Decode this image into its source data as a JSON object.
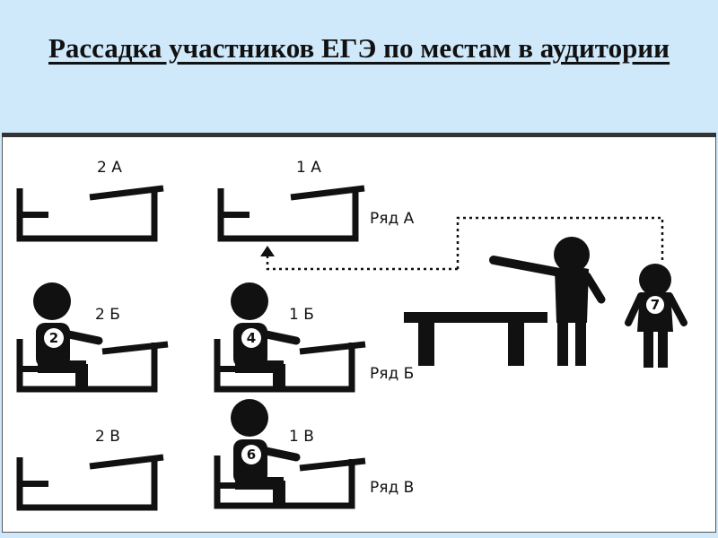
{
  "title": "Рассадка участников ЕГЭ по местам в аудитории",
  "seats": [
    {
      "label": "2 А",
      "number": ""
    },
    {
      "label": "1 А",
      "number": ""
    },
    {
      "label": "2 Б",
      "number": "2"
    },
    {
      "label": "1 Б",
      "number": "4"
    },
    {
      "label": "2 В",
      "number": ""
    },
    {
      "label": "1 В",
      "number": "6"
    }
  ],
  "rows": [
    "Ряд А",
    "Ряд Б",
    "Ряд В"
  ],
  "standing_person": {
    "number": "7"
  },
  "colors": {
    "background": "#cfe9fb",
    "panel": "#ffffff",
    "ink": "#111111"
  }
}
